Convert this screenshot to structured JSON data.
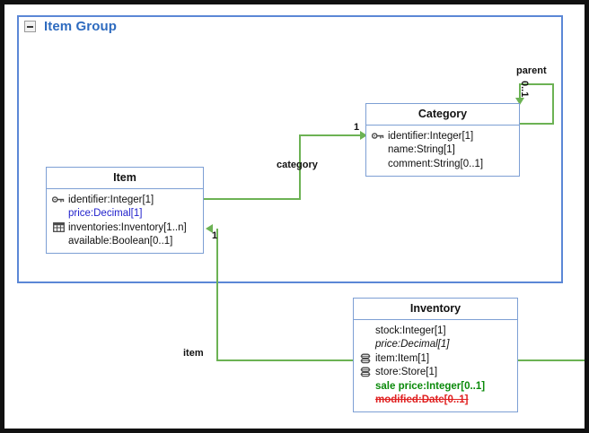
{
  "package": {
    "title": "Item Group",
    "collapse_icon": "minus-box-icon",
    "border_color": "#5b87d6",
    "title_color": "#2e6bbf"
  },
  "classes": [
    {
      "id": "item",
      "name": "Item",
      "attributes": [
        {
          "text": "identifier:Integer[1]",
          "icon": "key-icon",
          "style": "normal"
        },
        {
          "text": "price:Decimal[1]",
          "icon": "none",
          "style": "blue"
        },
        {
          "text": "inventories:Inventory[1..n]",
          "icon": "table-icon",
          "style": "normal"
        },
        {
          "text": "available:Boolean[0..1]",
          "icon": "none",
          "style": "normal"
        }
      ]
    },
    {
      "id": "category",
      "name": "Category",
      "attributes": [
        {
          "text": "identifier:Integer[1]",
          "icon": "key-icon",
          "style": "normal"
        },
        {
          "text": "name:String[1]",
          "icon": "none",
          "style": "normal"
        },
        {
          "text": "comment:String[0..1]",
          "icon": "none",
          "style": "normal"
        }
      ]
    },
    {
      "id": "inventory",
      "name": "Inventory",
      "attributes": [
        {
          "text": "stock:Integer[1]",
          "icon": "none",
          "style": "normal"
        },
        {
          "text": "price:Decimal[1]",
          "icon": "none",
          "style": "italic"
        },
        {
          "text": "item:Item[1]",
          "icon": "chain-icon",
          "style": "normal"
        },
        {
          "text": "store:Store[1]",
          "icon": "chain-icon",
          "style": "normal"
        },
        {
          "text": "sale price:Integer[0..1]",
          "icon": "none",
          "style": "green-bold"
        },
        {
          "text": "modified:Date[0..1]",
          "icon": "none",
          "style": "red-strikethrough"
        }
      ]
    }
  ],
  "associations": [
    {
      "id": "category-assoc",
      "label": "category",
      "multiplicity": "1",
      "color": "#6cb254"
    },
    {
      "id": "parent-assoc",
      "label": "parent",
      "multiplicity": "0..1",
      "color": "#6cb254"
    },
    {
      "id": "item-assoc",
      "label": "item",
      "multiplicity": "1",
      "color": "#6cb254"
    }
  ],
  "colors": {
    "connector": "#6cb254",
    "class_border": "#7d9fd4",
    "package_border": "#5b87d6",
    "accent_blue": "#2222cc",
    "accent_green": "#0a8a0a",
    "accent_red": "#e02020"
  }
}
